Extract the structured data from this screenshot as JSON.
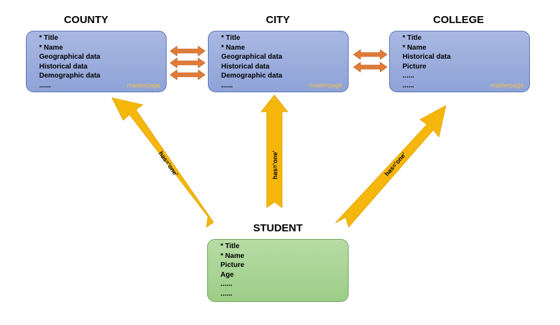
{
  "entities": {
    "county": {
      "title": "COUNTY",
      "fields": [
        "* Title",
        "* Name",
        "Geographical data",
        "Historical data",
        "Demographic data",
        "......"
      ],
      "tag": "masterpage"
    },
    "city": {
      "title": "CITY",
      "fields": [
        "* Title",
        "* Name",
        "Geographical data",
        "Historical data",
        "Demographic data",
        "......"
      ],
      "tag": "masterpage"
    },
    "college": {
      "title": "COLLEGE",
      "fields": [
        "* Title",
        "* Name",
        "Historical data",
        "Picture",
        "......",
        "......"
      ],
      "tag": "masterpage"
    },
    "student": {
      "title": "STUDENT",
      "fields": [
        "* Title",
        "* Name",
        "Picture",
        "Age",
        "......",
        "......"
      ]
    }
  },
  "relations": {
    "student_county": "has='one'",
    "student_city": "has='one'",
    "student_college": "has='one'"
  },
  "colors": {
    "entity_fill": "#8fa3d8",
    "student_fill": "#9ccd87",
    "relation_arrow": "#f5b70b",
    "link_arrow": "#e07b39",
    "tag_text": "#f2c14e"
  }
}
